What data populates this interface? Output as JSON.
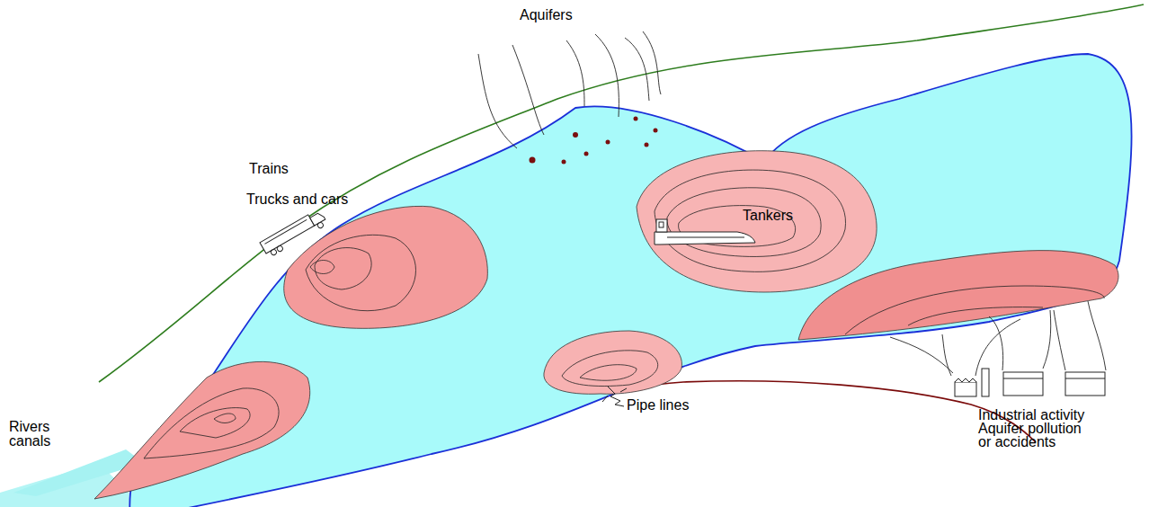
{
  "diagram": {
    "nodes": [
      {
        "text": [
          "Tankers"
        ]
      }
    ],
    "labels": [
      "Aquifers",
      "Trains",
      "Trucks and cars",
      "Rivers canals",
      "Pipe lines",
      "Industrial activity Aquifer pollution or accidents"
    ]
  }
}
